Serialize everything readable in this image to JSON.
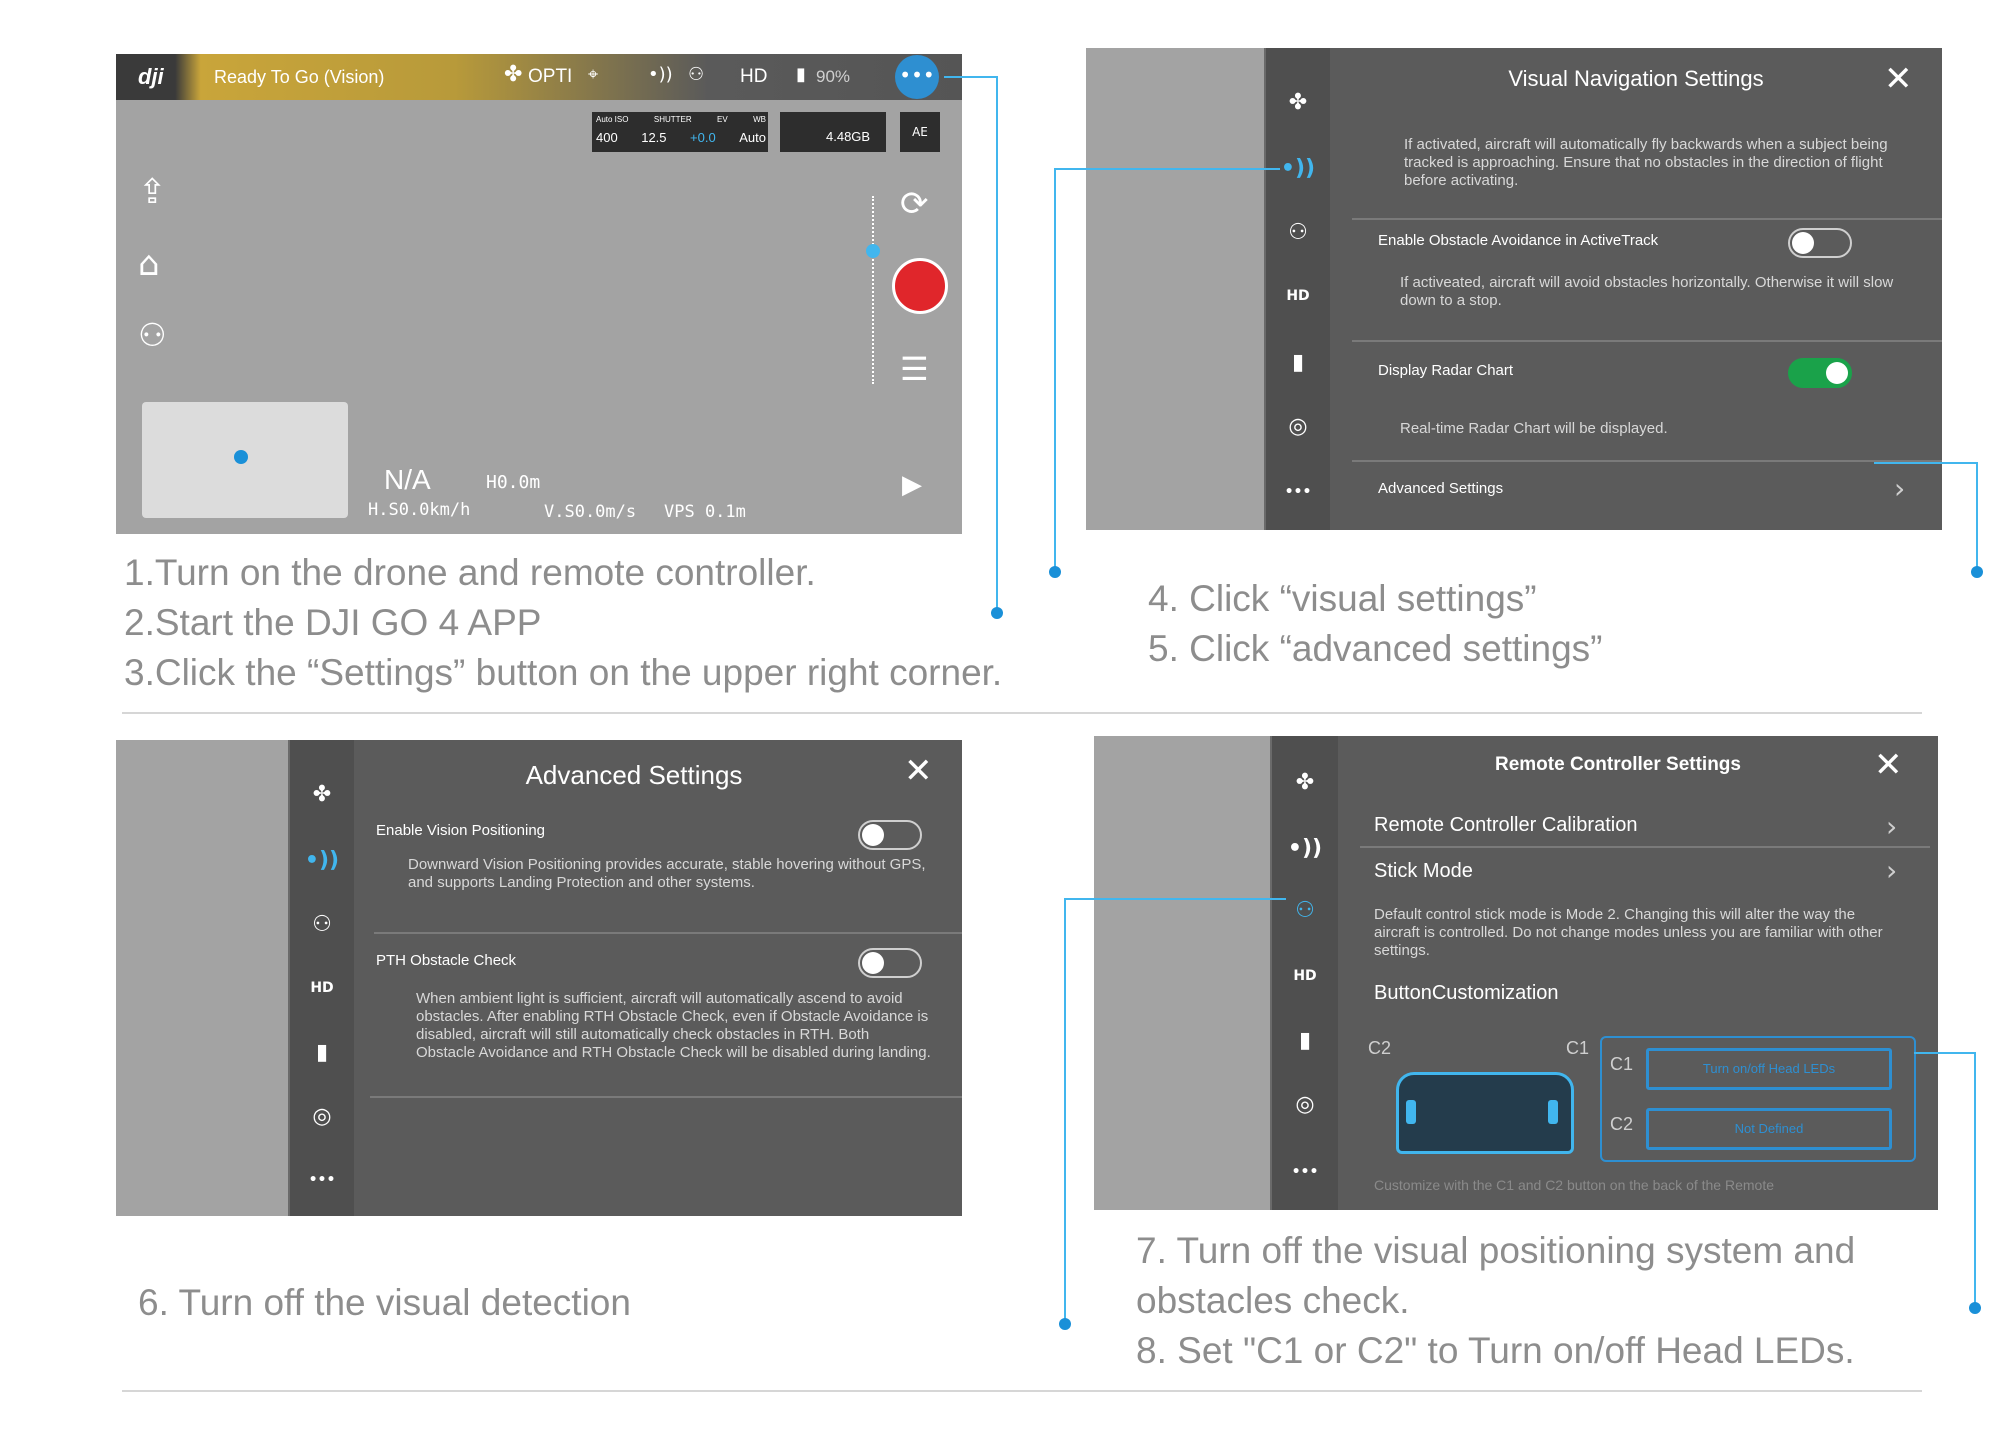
{
  "panel1": {
    "brand": "dji",
    "status": "Ready To Go (Vision)",
    "mode": "OPTI",
    "hd_label": "HD",
    "battery": "90%",
    "camera_headers": [
      "Auto ISO",
      "SHUTTER",
      "EV",
      "WB"
    ],
    "camera_values": [
      "400",
      "12.5",
      "+0.0",
      "Auto"
    ],
    "storage": "4.48GB",
    "ae_label": "AE",
    "distance": "N/A",
    "height": "H0.0m",
    "h_speed": "H.S0.0km/h",
    "v_speed": "V.S0.0m/s",
    "vps": "VPS 0.1m",
    "icons": [
      "takeoff-icon",
      "return-home-icon",
      "remote-controller-icon",
      "camera-switch-icon",
      "record-button-icon",
      "camera-settings-icon",
      "playback-icon",
      "more-menu-icon"
    ]
  },
  "caption1": [
    "1.Turn on the drone and remote controller.",
    "2.Start the DJI GO 4 APP",
    "3.Click the “Settings” button on the upper right corner."
  ],
  "nav": {
    "icons": [
      "aircraft-icon",
      "vision-icon",
      "remote-controller-icon",
      "hd-icon",
      "battery-icon",
      "gimbal-icon",
      "more-icon"
    ],
    "hd_text": "HD",
    "more_text": "•••"
  },
  "panel2": {
    "title": "Visual Navigation Settings",
    "intro": "If activated, aircraft will automatically fly backwards when a subject being tracked is approaching. Ensure that no obstacles in the direction of flight before activating.",
    "rows": [
      {
        "label": "Enable Obstacle Avoidance in ActiveTrack",
        "desc": "If activeated, aircraft will avoid obstacles horizontally. Otherwise it will slow down to a stop.",
        "on": false
      },
      {
        "label": "Display Radar Chart",
        "desc": "Real-time Radar Chart will be displayed.",
        "on": true
      }
    ],
    "advanced": "Advanced Settings"
  },
  "caption2": [
    "4. Click “visual settings”",
    "5. Click “advanced settings”"
  ],
  "panel3": {
    "title": "Advanced Settings",
    "rows": [
      {
        "label": "Enable Vision Positioning",
        "desc": "Downward Vision Positioning provides accurate, stable hovering without GPS, and supports Landing Protection and other systems.",
        "on": false
      },
      {
        "label": "PTH Obstacle Check",
        "desc": "When ambient light is sufficient, aircraft will automatically ascend to avoid obstacles. After enabling RTH Obstacle Check, even if Obstacle Avoidance is disabled, aircraft will still automatically check obstacles in RTH. Both Obstacle Avoidance and RTH Obstacle Check will be disabled during landing.",
        "on": false
      }
    ]
  },
  "caption3": [
    "6. Turn off the visual detection"
  ],
  "panel4": {
    "title": "Remote Controller Settings",
    "calibration": "Remote Controller Calibration",
    "stick_mode": "Stick Mode",
    "stick_desc": "Default control stick mode is Mode 2. Changing this will alter the way the aircraft is controlled. Do not change modes unless you are familiar with other settings.",
    "button_custom": "ButtonCustomization",
    "c1": "C1",
    "c2": "C2",
    "c1_value": "Turn on/off Head LEDs",
    "c2_value": "Not Defined",
    "footer": "Customize with the C1 and C2 button on the back of the Remote"
  },
  "caption4": [
    "7. Turn off the visual positioning system and",
    "obstacles check.",
    "8. Set \"C1 or C2\" to Turn on/off Head LEDs."
  ],
  "colors": {
    "accent": "#41b6ee",
    "panel": "#5b5b5b",
    "toggle_on": "#1aa24a",
    "record": "#e0262b",
    "caption": "#8d8d8d"
  }
}
